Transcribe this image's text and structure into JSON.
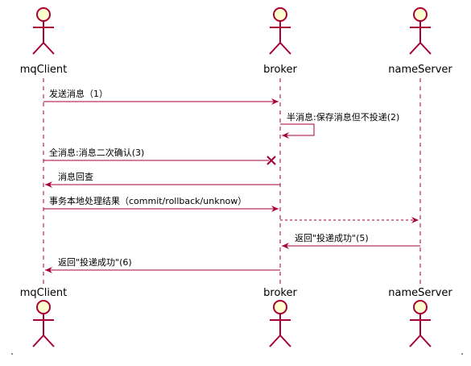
{
  "participants": [
    {
      "id": "mqClient",
      "label": "mqClient"
    },
    {
      "id": "broker",
      "label": "broker"
    },
    {
      "id": "nameServer",
      "label": "nameServer"
    }
  ],
  "messages": [
    {
      "from": "mqClient",
      "to": "broker",
      "label": "发送消息（1）",
      "style": "solid",
      "arrow": "filled"
    },
    {
      "from": "broker",
      "to": "broker",
      "label": "半消息:保存消息但不投递(2)",
      "style": "solid",
      "arrow": "filled"
    },
    {
      "from": "mqClient",
      "to": "broker",
      "label": "全消息:消息二次确认(3)",
      "style": "solid",
      "arrow": "cross"
    },
    {
      "from": "broker",
      "to": "mqClient",
      "label": "消息回查",
      "style": "solid",
      "arrow": "filled"
    },
    {
      "from": "mqClient",
      "to": "broker",
      "label": "事务本地处理结果（commit/rollback/unknow）",
      "style": "solid",
      "arrow": "filled"
    },
    {
      "from": "broker",
      "to": "nameServer",
      "label": "",
      "style": "dashed",
      "arrow": "filled"
    },
    {
      "from": "nameServer",
      "to": "broker",
      "label": "返回\"投递成功\"(5)",
      "style": "solid",
      "arrow": "filled"
    },
    {
      "from": "broker",
      "to": "mqClient",
      "label": "返回\"投递成功\"(6)",
      "style": "solid",
      "arrow": "filled"
    }
  ],
  "colors": {
    "line": "#A80036",
    "actor_fill": "#FEFECE",
    "lifeline": "#A80036"
  }
}
